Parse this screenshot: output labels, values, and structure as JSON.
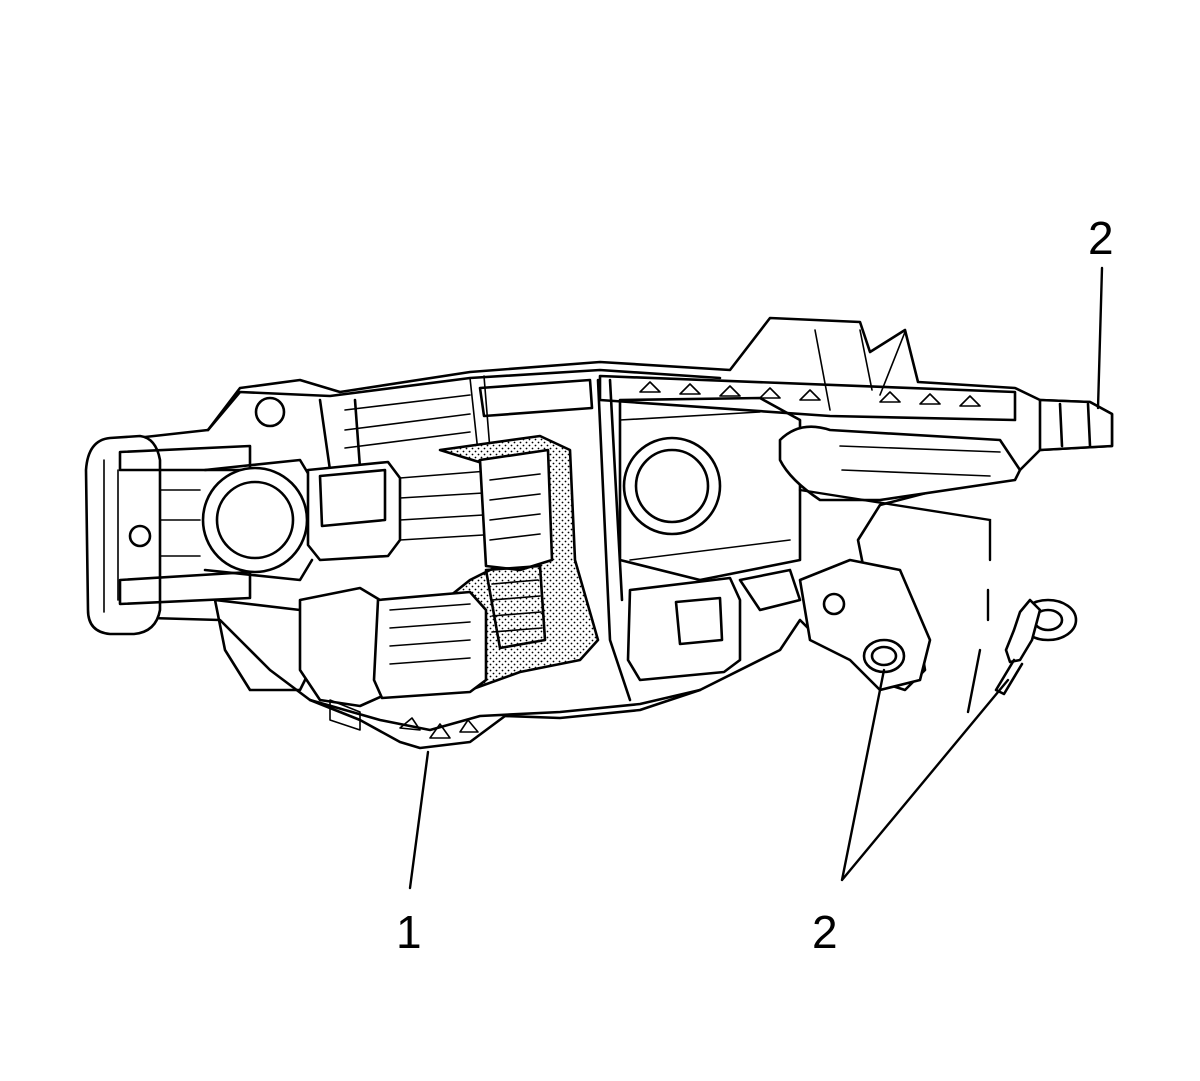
{
  "callouts": {
    "part_1": "1",
    "part_2_top": "2",
    "part_2_bottom": "2"
  },
  "colors": {
    "line": "#000000",
    "background": "#ffffff",
    "stipple": "#000000"
  },
  "icons": {
    "assembly": "door-handle-frame-line-art",
    "fastener": "push-pin-clip-icon"
  }
}
